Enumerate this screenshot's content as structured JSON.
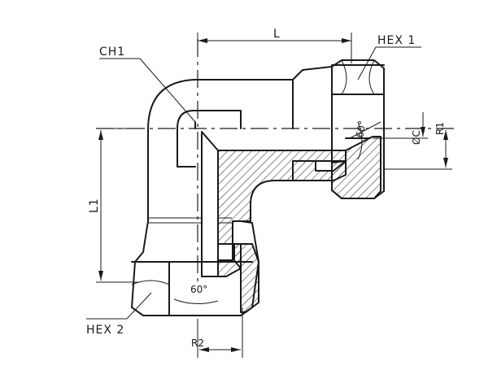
{
  "labels": {
    "ch1": "CH1",
    "hex1": "HEX 1",
    "hex2": "HEX 2",
    "l": "L",
    "l1": "L1",
    "r1": "R1",
    "r2": "R2",
    "angle_top": "60°",
    "angle_bottom": "60°",
    "phi_c": "ØC"
  }
}
